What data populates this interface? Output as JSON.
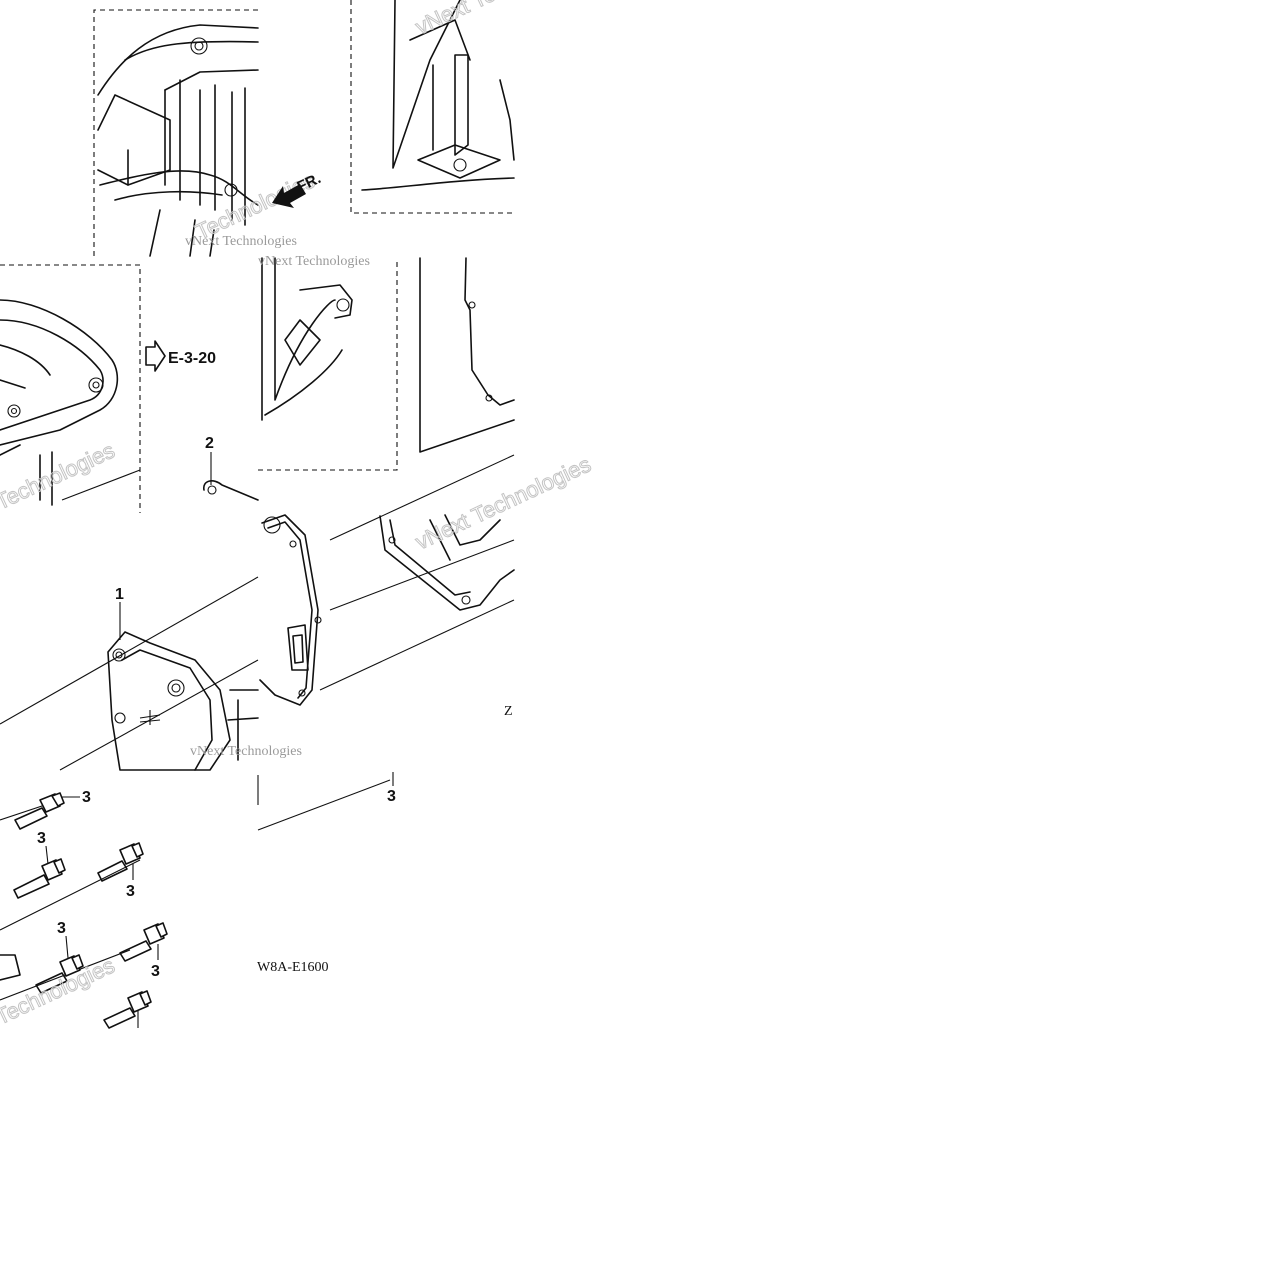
{
  "diagram": {
    "drawing_code": "W8A-E1600",
    "page_reference": "E-3-20",
    "front_label": "FR.",
    "edge_fragment": "Z",
    "callouts": [
      {
        "id": "c1",
        "label": "1"
      },
      {
        "id": "c2",
        "label": "2"
      },
      {
        "id": "c3a",
        "label": "3"
      },
      {
        "id": "c3b",
        "label": "3"
      },
      {
        "id": "c3c",
        "label": "3"
      },
      {
        "id": "c3d",
        "label": "3"
      },
      {
        "id": "c3e",
        "label": "3"
      },
      {
        "id": "c3f",
        "label": "3"
      }
    ],
    "watermarks": [
      "Technologies",
      "vNext Technologies",
      "vNext Technologies",
      "Technologies",
      "vNext Technologies",
      "vNext Technologies",
      "vNext Technologies",
      "Technologies"
    ]
  }
}
